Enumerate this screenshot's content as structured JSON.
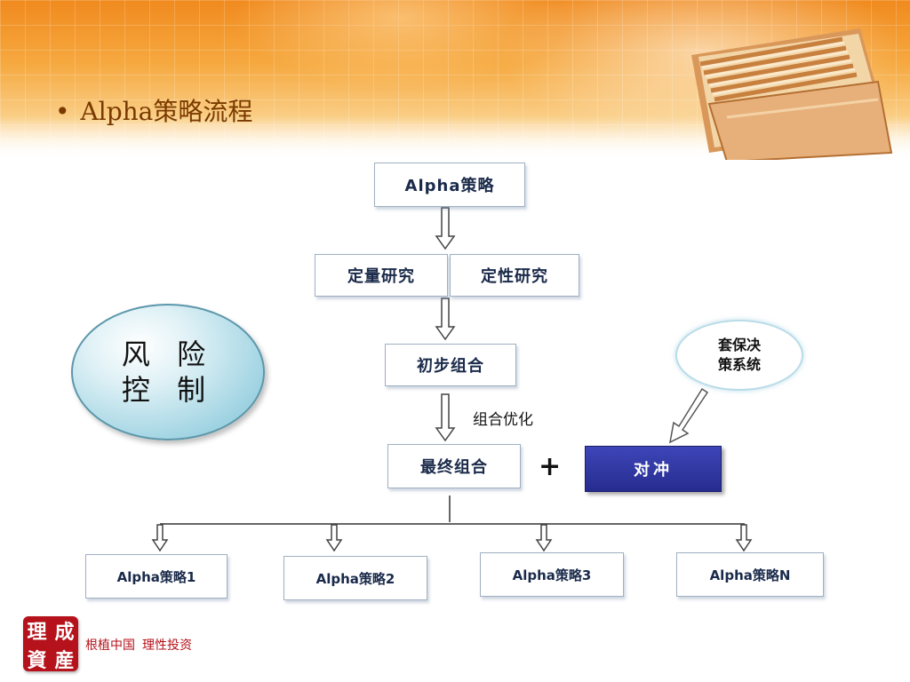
{
  "title": "Alpha策略流程",
  "bullet": "•",
  "diagram": {
    "top": "Alpha策略",
    "quant": "定量研究",
    "qual": "定性研究",
    "initial": "初步组合",
    "optimize_label": "组合优化",
    "final": "最终组合",
    "plus": "+",
    "hedge": "对冲",
    "risk_line1": "风 险",
    "risk_line2": "控 制",
    "cloud_line1": "套保决",
    "cloud_line2": "策系统",
    "strategies": [
      "Alpha策略1",
      "Alpha策略2",
      "Alpha策略3",
      "Alpha策略N"
    ]
  },
  "footer": {
    "logo": [
      "理",
      "成",
      "資",
      "産"
    ],
    "slogan1": "根植中国",
    "slogan2": "理性投资"
  },
  "colors": {
    "header": "#f08a1e",
    "hedge_box": "#2a318f",
    "risk_bubble": "#9fd3e2",
    "logo_red": "#b5121b"
  }
}
